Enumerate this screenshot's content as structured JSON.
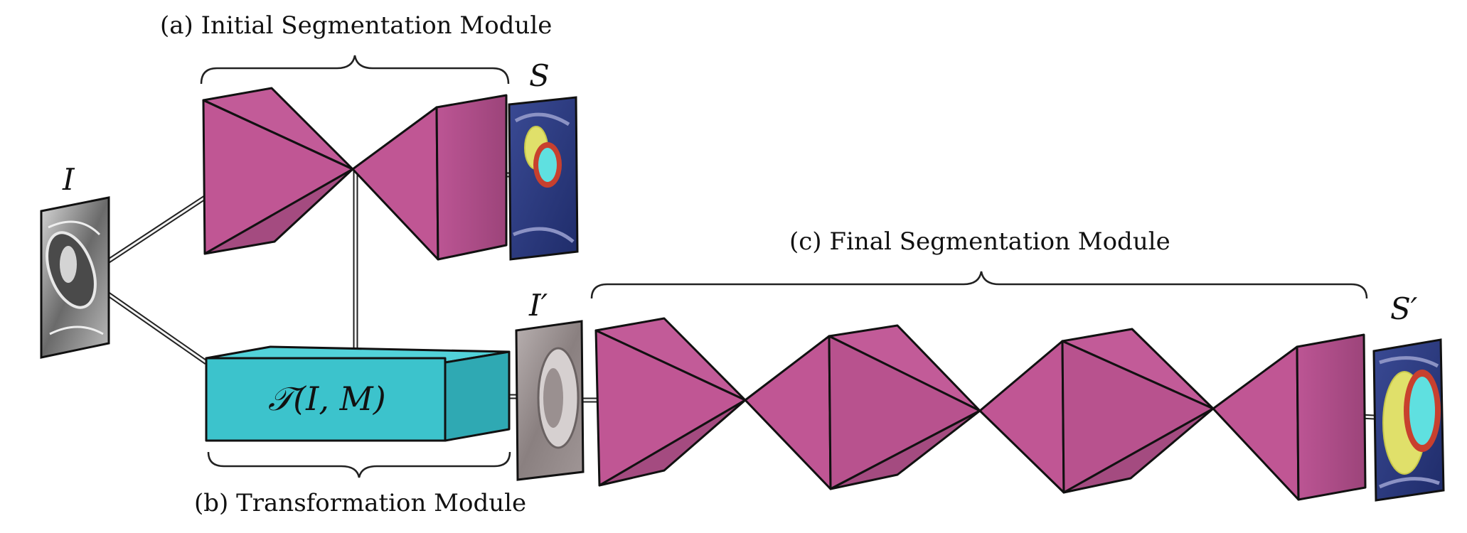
{
  "captions": {
    "initial": "(a) Initial Segmentation Module",
    "transformation": "(b) Transformation Module",
    "final": "(c) Final Segmentation Module"
  },
  "symbols": {
    "input": "I",
    "seg": "S",
    "transformed_input": "I′",
    "final_seg": "S′",
    "transform": "𝒯(I, M)"
  },
  "colors": {
    "network_face": "#c05694",
    "network_face_dark": "#a84a83",
    "transform_box": "#3cc3cc",
    "transform_box_side": "#2fa9b3",
    "seg_blue": "#2b3e86",
    "seg_yellow": "#e0e06a",
    "seg_red": "#c8402e",
    "seg_cyan": "#5fe0e0"
  }
}
